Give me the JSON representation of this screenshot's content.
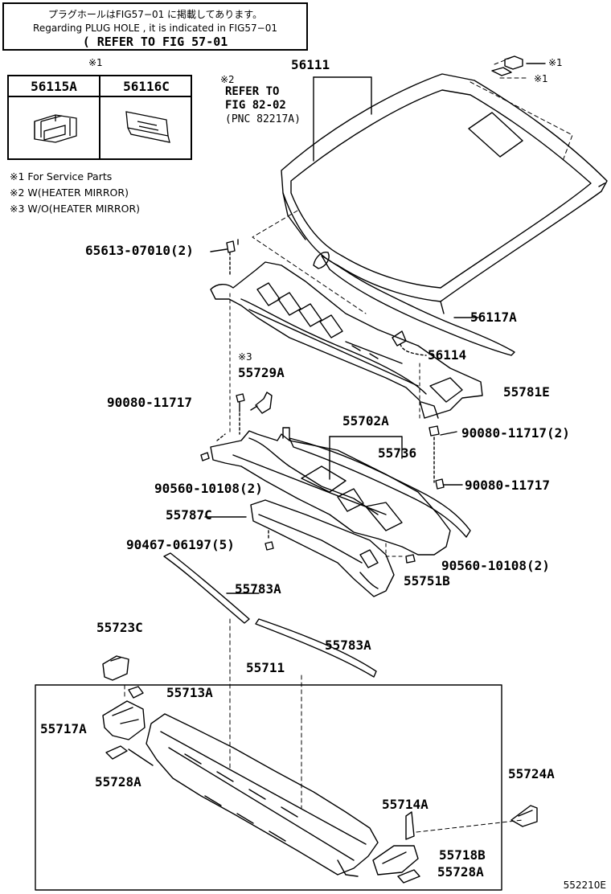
{
  "note": {
    "line1": "プラグホールはFIG57−01 に掲載してあります。",
    "line2": "Regarding  PLUG HOLE , it is indicated in FIG57−01",
    "line3": "( REFER TO FIG 57-01"
  },
  "service_parts": {
    "mark": "※1",
    "col1": "56115A",
    "col2": "56116C"
  },
  "legend": [
    "※1 For Service Parts",
    "※2 W(HEATER MIRROR)",
    "※3 W/O(HEATER MIRROR)"
  ],
  "refer_note": {
    "mark": "※2",
    "line1": "REFER TO",
    "line2": "FIG 82-02",
    "line3": "(PNC 82217A)"
  },
  "mark_3": "※3",
  "marks_right": [
    "※1",
    "※1"
  ],
  "labels": {
    "p56111": "56111",
    "p65613": "65613-07010(2)",
    "p56117A": "56117A",
    "p56114": "56114",
    "p55781E": "55781E",
    "p55729A": "55729A",
    "p90080a": "90080-11717",
    "p55702A": "55702A",
    "p55736": "55736",
    "p90080b": "90080-11717(2)",
    "p90560a": "90560-10108(2)",
    "p90080c": "90080-11717",
    "p55787C": "55787C",
    "p90467": "90467-06197(5)",
    "p90560b": "90560-10108(2)",
    "p55751B": "55751B",
    "p55783A_1": "55783A",
    "p55783A_2": "55783A",
    "p55723C": "55723C",
    "p55711": "55711",
    "p55713A": "55713A",
    "p55717A": "55717A",
    "p55728A_1": "55728A",
    "p55724A": "55724A",
    "p55714A": "55714A",
    "p55718B": "55718B",
    "p55728A_2": "55728A"
  },
  "diagram_id": "552210E"
}
